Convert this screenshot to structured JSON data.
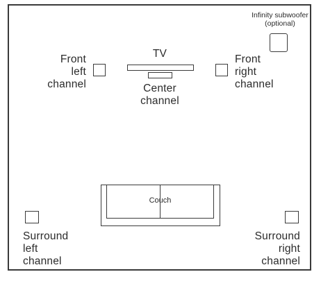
{
  "labels": {
    "subwoofer": "Infinity subwoofer\n(optional)",
    "tv": "TV",
    "front_left": "Front\nleft\nchannel",
    "front_right": "Front\nright\nchannel",
    "center": "Center\nchannel",
    "couch": "Couch",
    "surround_left": "Surround\nleft\nchannel",
    "surround_right": "Surround\nright\nchannel"
  }
}
